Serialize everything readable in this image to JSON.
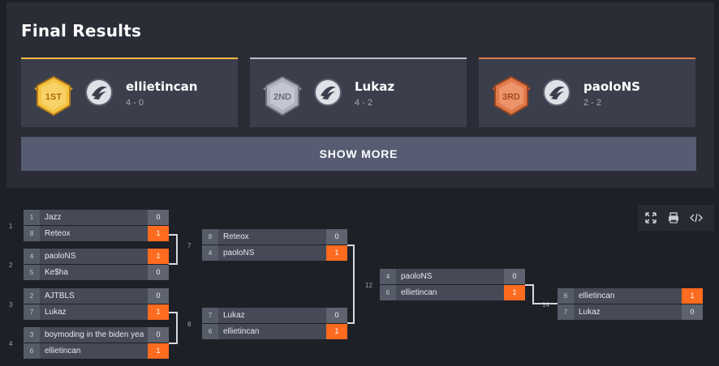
{
  "results": {
    "title": "Final Results",
    "places": [
      {
        "badge": "1ST",
        "name": "ellietincan",
        "record": "4 - 0",
        "accent": "#f2b93d"
      },
      {
        "badge": "2ND",
        "name": "Lukaz",
        "record": "4 - 2",
        "accent": "#b9bcc9"
      },
      {
        "badge": "3RD",
        "name": "paoloNS",
        "record": "2 - 2",
        "accent": "#e07a4b"
      }
    ],
    "show_more_label": "SHOW MORE"
  },
  "bracket": {
    "matches": [
      {
        "id": "m1",
        "number": "1",
        "slots": [
          {
            "seed": "1",
            "team": "Jazz",
            "score": "0",
            "win": false
          },
          {
            "seed": "8",
            "team": "Reteox",
            "score": "1",
            "win": true
          }
        ]
      },
      {
        "id": "m2",
        "number": "2",
        "slots": [
          {
            "seed": "4",
            "team": "paoloNS",
            "score": "1",
            "win": true
          },
          {
            "seed": "5",
            "team": "Ke$ha",
            "score": "0",
            "win": false
          }
        ]
      },
      {
        "id": "m3",
        "number": "3",
        "slots": [
          {
            "seed": "2",
            "team": "AJTBLS",
            "score": "0",
            "win": false
          },
          {
            "seed": "7",
            "team": "Lukaz",
            "score": "1",
            "win": true
          }
        ]
      },
      {
        "id": "m4",
        "number": "4",
        "slots": [
          {
            "seed": "3",
            "team": "boymoding in the biden yea",
            "score": "0",
            "win": false
          },
          {
            "seed": "6",
            "team": "ellietincan",
            "score": "1",
            "win": true
          }
        ]
      },
      {
        "id": "m7",
        "number": "7",
        "slots": [
          {
            "seed": "8",
            "team": "Reteox",
            "score": "0",
            "win": false
          },
          {
            "seed": "4",
            "team": "paoloNS",
            "score": "1",
            "win": true
          }
        ]
      },
      {
        "id": "m8",
        "number": "8",
        "slots": [
          {
            "seed": "7",
            "team": "Lukaz",
            "score": "0",
            "win": false
          },
          {
            "seed": "6",
            "team": "ellietincan",
            "score": "1",
            "win": true
          }
        ]
      },
      {
        "id": "m12",
        "number": "12",
        "slots": [
          {
            "seed": "4",
            "team": "paoloNS",
            "score": "0",
            "win": false
          },
          {
            "seed": "6",
            "team": "ellietincan",
            "score": "1",
            "win": true
          }
        ]
      },
      {
        "id": "m14",
        "number": "14",
        "slots": [
          {
            "seed": "6",
            "team": "ellietincan",
            "score": "1",
            "win": true
          },
          {
            "seed": "7",
            "team": "Lukaz",
            "score": "0",
            "win": false
          }
        ]
      }
    ]
  },
  "toolbar": {
    "icons": [
      "fullscreen-icon",
      "print-icon",
      "embed-code-icon"
    ]
  },
  "colors": {
    "win": "#ff6b1f",
    "panel": "#2a2d36",
    "card": "#3b3f4c",
    "button": "#565c72"
  }
}
